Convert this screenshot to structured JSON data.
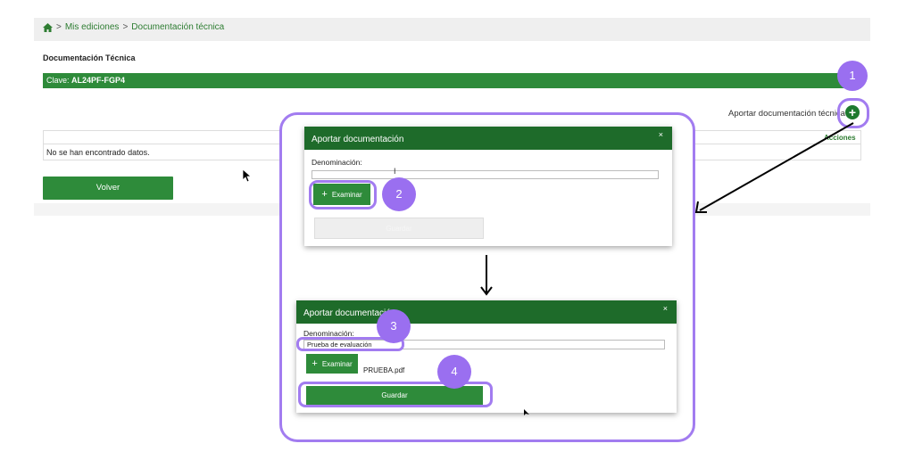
{
  "breadcrumb": {
    "home_icon": "home-icon",
    "sep1": ">",
    "item1": "Mis ediciones",
    "sep2": ">",
    "item2": "Documentación técnica"
  },
  "section_title": "Documentación Técnica",
  "clave": {
    "prefix": "Clave: ",
    "value": "AL24PF-FGP4"
  },
  "aportar_label": "Aportar documentación técnica",
  "table": {
    "header_acciones": "Acciones",
    "empty_message": "No se han encontrado datos."
  },
  "volver_label": "Volver",
  "modal1": {
    "title": "Aportar documentación",
    "close": "×",
    "denominacion_label": "Denominación:",
    "denominacion_value": "",
    "examinar_label": "Examinar",
    "guardar_label": "Guardar"
  },
  "modal2": {
    "title": "Aportar documentación",
    "close": "×",
    "denominacion_label": "Denominación:",
    "denominacion_value": "Prueba de evaluación",
    "examinar_label": "Examinar",
    "file_name": "PRUEBA.pdf",
    "guardar_label": "Guardar"
  },
  "badges": [
    "1",
    "2",
    "3",
    "4"
  ],
  "colors": {
    "primary_green": "#2e8b3a",
    "dark_green": "#1e6b2a",
    "highlight_purple": "#a27cf0",
    "badge_purple": "#9a6ff0"
  }
}
